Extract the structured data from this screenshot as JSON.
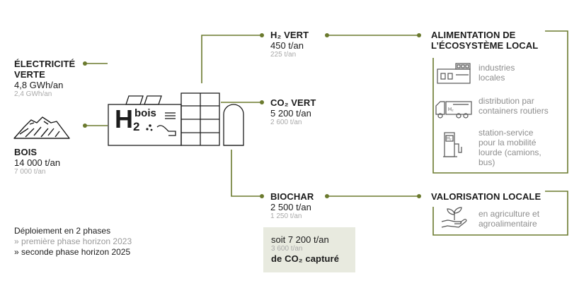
{
  "colors": {
    "accent": "#6b7a2e",
    "box": "#e8eadf",
    "text": "#1c1c1c",
    "muted": "#a9a9a9"
  },
  "inputs": {
    "electricity": {
      "title_line1": "ÉLECTRICITÉ",
      "title_line2": "VERTE",
      "value": "4,8 GWh/an",
      "sub": "2,4 GWh/an"
    },
    "wood": {
      "title": "BOIS",
      "value": "14 000 t/an",
      "sub": "7 000 t/an"
    }
  },
  "plant": {
    "logo_main": "H",
    "logo_sub": "2",
    "logo_word": "bois"
  },
  "outputs": {
    "h2": {
      "title": "H₂ VERT",
      "value": "450 t/an",
      "sub": "225 t/an"
    },
    "co2": {
      "title": "CO₂ VERT",
      "value": "5 200 t/an",
      "sub": "2 600 t/an"
    },
    "biochar": {
      "title": "BIOCHAR",
      "value": "2 500 t/an",
      "sub": "1 250 t/an"
    }
  },
  "captured": {
    "line1": "soit 7 200 t/an",
    "sub": "3 600 t/an",
    "line2": "de CO₂ capturé"
  },
  "ecosystem": {
    "title_line1": "ALIMENTATION DE",
    "title_line2": "L’ÉCOSYSTÈME LOCAL",
    "items": [
      {
        "icon": "factory-icon",
        "line1": "industries",
        "line2": "locales"
      },
      {
        "icon": "truck-container-icon",
        "line1": "distribution par",
        "line2": "containers routiers"
      },
      {
        "icon": "fuel-station-icon",
        "line1": "station-service",
        "line2": "pour la mobilité",
        "line3": "lourde (camions,",
        "line4": "bus)"
      }
    ]
  },
  "valorisation": {
    "title": "VALORISATION LOCALE",
    "item": {
      "icon": "plant-hand-icon",
      "line1": "en agriculture et",
      "line2": "agroalimentaire"
    }
  },
  "deployment": {
    "title": "Déploiement en 2 phases",
    "phase1_marker": "»",
    "phase1": "première phase horizon 2023",
    "phase2_marker": "»",
    "phase2": "seconde phase horizon 2025"
  }
}
